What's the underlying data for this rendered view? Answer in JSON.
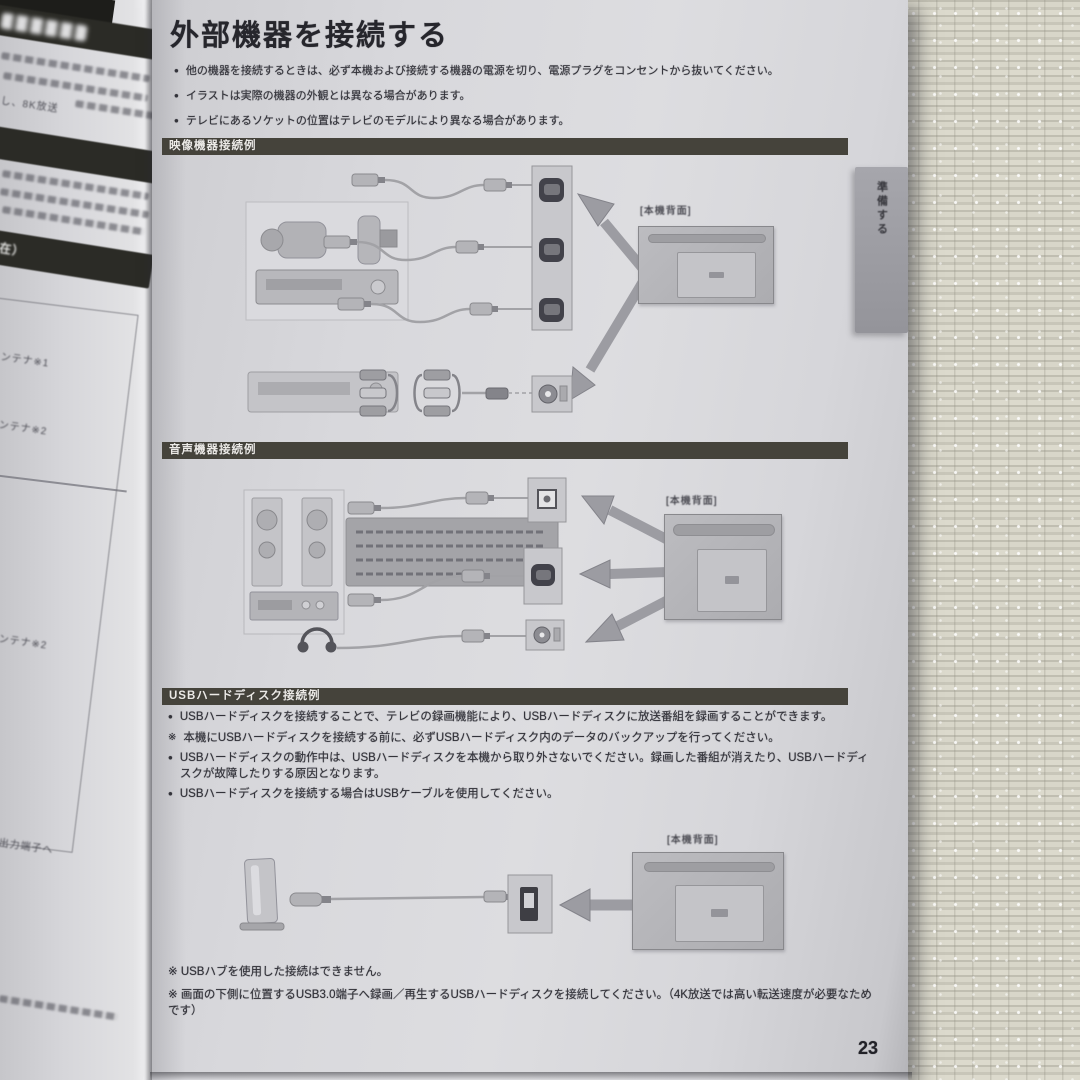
{
  "colors": {
    "paper": "#d6d6da",
    "section_bar": "#45433b",
    "arrow": "#9c9ca2",
    "placemat": "#c9c7ba",
    "side_tab": "#9c9ca2"
  },
  "page": {
    "title": "外部機器を接続する",
    "bullet_marker": "●",
    "intro": [
      "他の機器を接続するときは、必ず本機および接続する機器の電源を切り、電源プラグをコンセントから抜いてください。",
      "イラストは実際の機器の外観とは異なる場合があります。",
      "テレビにあるソケットの位置はテレビのモデルにより異なる場合があります。"
    ],
    "tv_rear_label": "[本機背面]",
    "sections": {
      "video": {
        "header": "映像機器接続例"
      },
      "audio": {
        "header": "音声機器接続例"
      },
      "usb": {
        "header": "USBハードディスク接続例",
        "bullets": [
          {
            "marker": "●",
            "text": "USBハードディスクを接続することで、テレビの録画機能により、USBハードディスクに放送番組を録画することができます。"
          },
          {
            "marker": "※",
            "text": "本機にUSBハードディスクを接続する前に、必ずUSBハードディスク内のデータのバックアップを行ってください。"
          },
          {
            "marker": "●",
            "text": "USBハードディスクの動作中は、USBハードディスクを本機から取り外さないでください。録画した番組が消えたり、USBハードディスクが故障したりする原因となります。"
          },
          {
            "marker": "●",
            "text": "USBハードディスクを接続する場合はUSBケーブルを使用してください。"
          }
        ],
        "notes": [
          "※ USBハブを使用した接続はできません。",
          "※ 画面の下側に位置するUSB3.0端子へ録画／再生するUSBハードディスクを接続してください。（4K放送では高い転送速度が必要なためです）"
        ]
      }
    },
    "page_number": "23",
    "side_tab": "準備する"
  },
  "left_page": {
    "fragments": {
      "header_tail": "在）",
      "k8_line": "し、8K放送",
      "antenna1": "ンテナ※1",
      "antenna2": "ンテナ※2",
      "antenna3": "ンテナ※2",
      "bottom": "出力端子へ"
    }
  }
}
